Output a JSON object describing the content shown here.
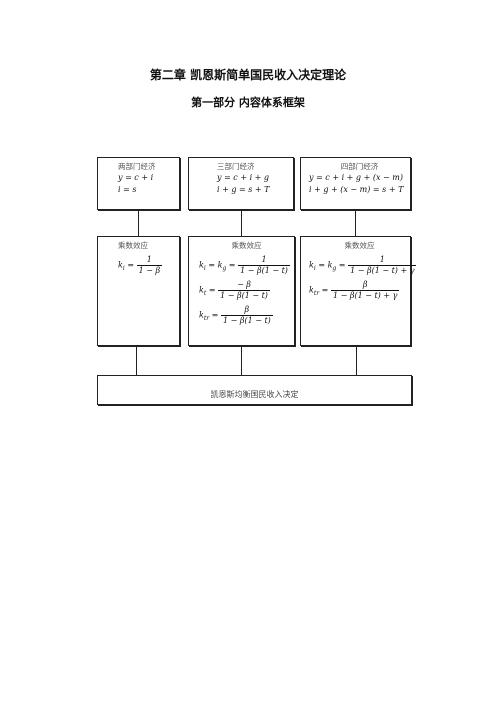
{
  "heading": {
    "chapter": "第二章    凯恩斯简单国民收入决定理论",
    "section": "第一部分    内容体系框架"
  },
  "economies": {
    "two": {
      "label": "两部门经济",
      "eq1": "y = c + i",
      "eq2": "i = s"
    },
    "three": {
      "label": "三部门经济",
      "eq1": "y = c + i + g",
      "eq2": "i + g = s + T"
    },
    "four": {
      "label": "四部门经济",
      "eq1": "y = c + i + g + (x − m)",
      "eq2": "i + g + (x − m) = s + T"
    }
  },
  "multipliers": {
    "two": {
      "label": "乘数效应",
      "lhs": "k",
      "sub": "i",
      "num": "1",
      "den": "1 − β"
    },
    "three": {
      "label": "乘数效应",
      "f1_lhs": "k",
      "f1_sub": "i",
      "f1_mid": "= k",
      "f1_mid_sub": "g",
      "f1_num": "1",
      "f1_den": "1 − β(1 − t)",
      "f2_lhs": "k",
      "f2_sub": "t",
      "f2_num": "− β",
      "f2_den": "1 − β(1 − t)",
      "f3_lhs": "k",
      "f3_sub": "tr",
      "f3_num": "β",
      "f3_den": "1 − β(1 − t)"
    },
    "four": {
      "label": "乘数效应",
      "f1_lhs": "k",
      "f1_sub": "i",
      "f1_mid": "= k",
      "f1_mid_sub": "g",
      "f1_num": "1",
      "f1_den": "1 − β(1 − t) + γ",
      "f2_lhs": "k",
      "f2_sub": "tr",
      "f2_num": "β",
      "f2_den": "1 − β(1 − t) + γ"
    }
  },
  "bottom": {
    "label": "凯恩斯均衡国民收入决定"
  }
}
